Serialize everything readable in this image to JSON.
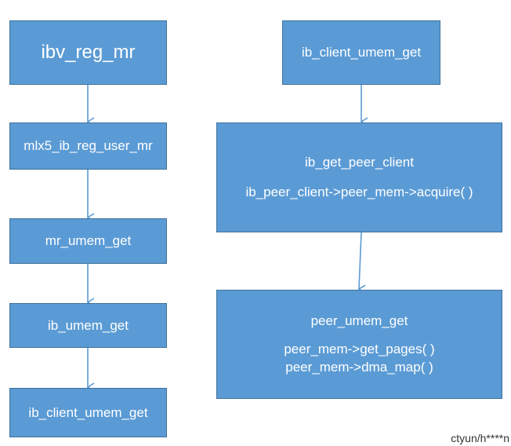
{
  "left_column": {
    "box1": "ibv_reg_mr",
    "box2": "mlx5_ib_reg_user_mr",
    "box3": "mr_umem_get",
    "box4": "ib_umem_get",
    "box5": "ib_client_umem_get"
  },
  "right_column": {
    "box1": "ib_client_umem_get",
    "box2": {
      "title": "ib_get_peer_client",
      "line1": "ib_peer_client->peer_mem->acquire( )"
    },
    "box3": {
      "title": "peer_umem_get",
      "line1": "peer_mem->get_pages( )",
      "line2": "peer_mem->dma_map( )"
    }
  },
  "watermark": "ctyun/h****n",
  "colors": {
    "box_fill": "#5b9bd5",
    "box_border": "#41719c",
    "arrow": "#5b9bd5",
    "text": "#ffffff"
  }
}
